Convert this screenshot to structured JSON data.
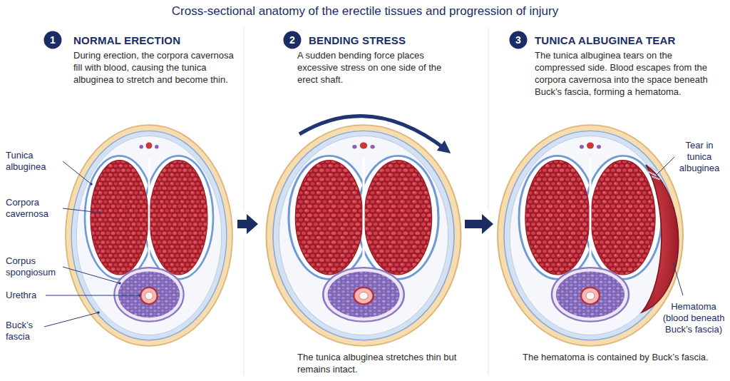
{
  "diagram": {
    "title": "Cross-sectional anatomy of the erectile tissues and progression of injury",
    "nodes": [
      {
        "text": [
          "NORMAL ERECTION",
          "During erection, the corpora cavernosa fill with blood, causing the tunica albuginea to stretch and become thin."
        ]
      },
      {
        "text": [
          "1"
        ],
        "in": 0
      },
      {
        "text": [
          "BENDING STRESS",
          "A sudden bending force places excessive stress on one side of the erect shaft.",
          "The tunica albuginea stretches thin but remains intact."
        ]
      },
      {
        "text": [
          "2"
        ],
        "in": 2
      },
      {
        "text": [
          "TUNICA ALBUGINEA TEAR",
          "The tunica albuginea tears on the compressed side. Blood escapes from the corpora cavernosa into the space beneath Buck’s fascia, forming a hematoma.",
          "The hematoma is contained by Buck’s fascia."
        ]
      },
      {
        "text": [
          "3"
        ],
        "in": 4
      }
    ],
    "edges": [
      {
        "from": 0,
        "to": 2,
        "arrow": "to"
      },
      {
        "from": 2,
        "to": 4,
        "arrow": "to"
      }
    ],
    "labels": [
      "Tunica albuginea",
      "Corpora cavernosa",
      "Corpus spongiosum",
      "Urethra",
      "Buck’s fascia",
      "Tear in tunica albuginea",
      "Hematoma (blood beneath Buck’s fascia)"
    ]
  }
}
